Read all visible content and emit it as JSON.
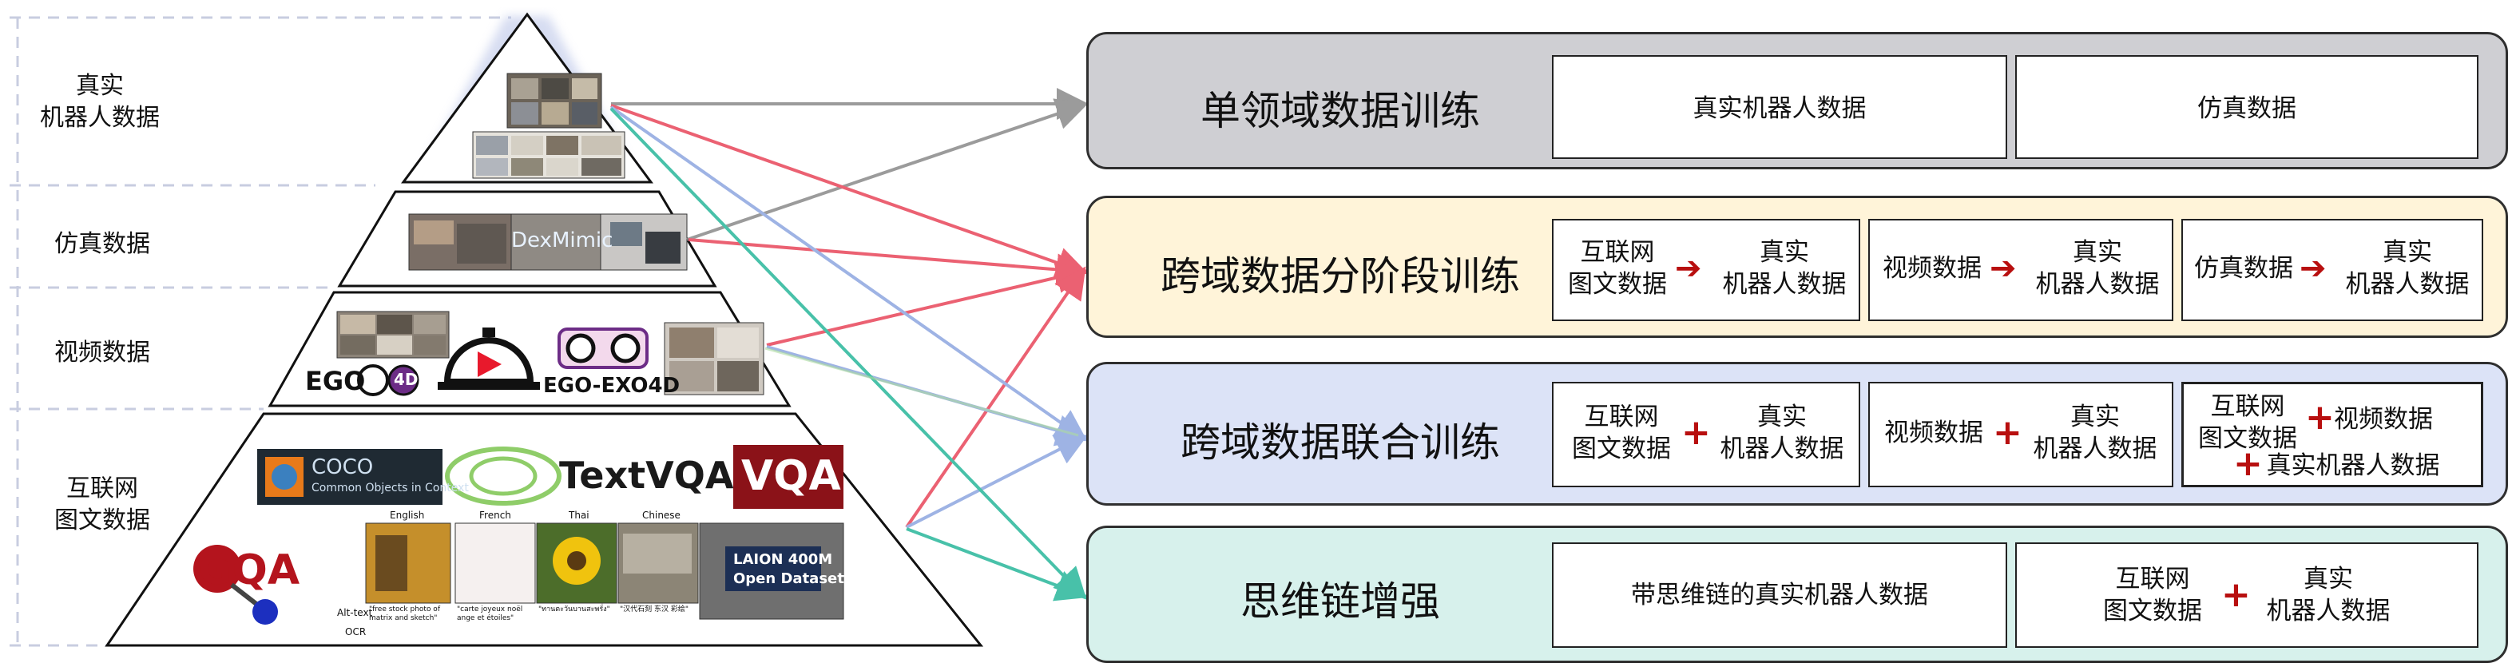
{
  "pyramid": {
    "levels": [
      {
        "label_line1": "真实",
        "label_line2": "机器人数据"
      },
      {
        "label": "仿真数据"
      },
      {
        "label": "视频数据"
      },
      {
        "label_line1": "互联网",
        "label_line2": "图文数据"
      }
    ],
    "logos": {
      "dexmimic": "DexMimic",
      "ego4d_prefix": "EGO",
      "ego4d_suffix": "4D",
      "egoexo": "EGO-EXO4D",
      "coco_title": "COCO",
      "coco_sub": "Common Objects in Context",
      "textvqa": "TextVQA",
      "vqa": "VQA",
      "gqa": "GQA",
      "laion_line1": "LAION 400M",
      "laion_line2": "Open Dataset"
    },
    "captions": {
      "languages": [
        "English",
        "French",
        "Thai",
        "Chinese"
      ],
      "row_labels": [
        "Alt-text",
        "OCR"
      ],
      "alt_texts": [
        "\"free stock photo of matrix and sketch\"",
        "\"carte joyeux noël ange et étoiles\"",
        "\"ทานตะวันบานสะพรั่ง\"",
        "\"汉代石刻 东汉 彩绘\""
      ]
    }
  },
  "colors": {
    "panel_single": "#cfcfd3",
    "panel_staged": "#fff4d9",
    "panel_joint": "#dce3f7",
    "panel_cot": "#d7f1ec",
    "accent_red": "#b80f0f",
    "arrow_gray": "#8a8a8a",
    "arrow_red": "#e8465a",
    "arrow_blue": "#8ea6e0",
    "arrow_teal": "#29b79b",
    "arrow_green": "#9fd68f"
  },
  "panels": {
    "single": {
      "title": "单领域数据训练",
      "boxes": [
        "真实机器人数据",
        "仿真数据"
      ]
    },
    "staged": {
      "title": "跨域数据分阶段训练",
      "boxes": [
        {
          "from_line1": "互联网",
          "from_line2": "图文数据",
          "to_line1": "真实",
          "to_line2": "机器人数据"
        },
        {
          "from": "视频数据",
          "to_line1": "真实",
          "to_line2": "机器人数据"
        },
        {
          "from": "仿真数据",
          "to_line1": "真实",
          "to_line2": "机器人数据"
        }
      ]
    },
    "joint": {
      "title": "跨域数据联合训练",
      "boxes": [
        {
          "a_line1": "互联网",
          "a_line2": "图文数据",
          "b_line1": "真实",
          "b_line2": "机器人数据"
        },
        {
          "a": "视频数据",
          "b_line1": "真实",
          "b_line2": "机器人数据"
        },
        {
          "a_line1": "互联网",
          "a_line2": "图文数据",
          "b": "视频数据",
          "c": "真实机器人数据"
        }
      ]
    },
    "cot": {
      "title": "思维链增强",
      "boxes": [
        {
          "text": "带思维链的真实机器人数据"
        },
        {
          "a_line1": "互联网",
          "a_line2": "图文数据",
          "b_line1": "真实",
          "b_line2": "机器人数据"
        }
      ]
    }
  }
}
